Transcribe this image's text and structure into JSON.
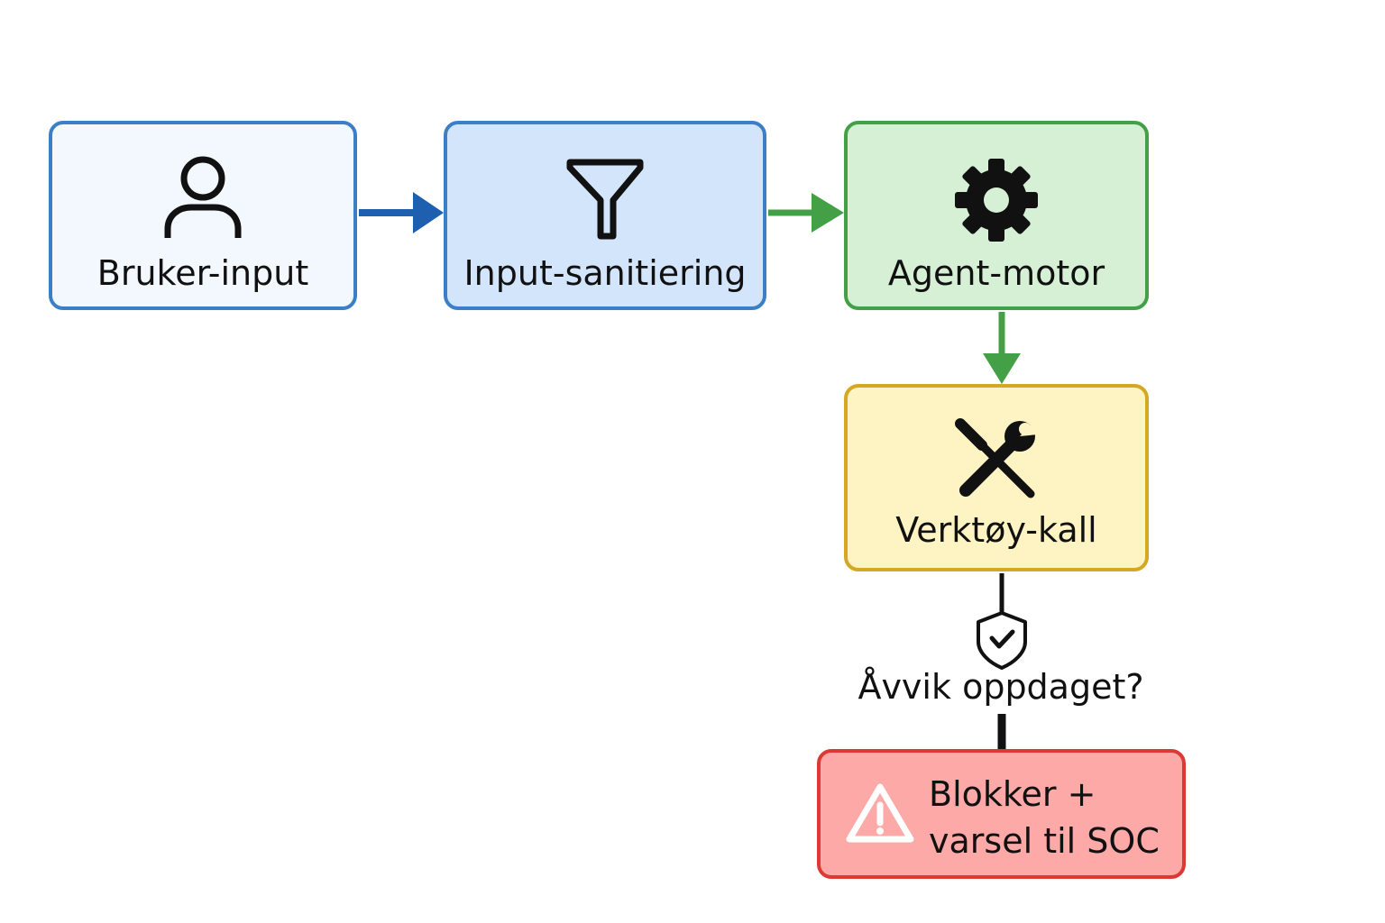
{
  "diagram": {
    "nodes": [
      {
        "id": "bruker",
        "label": "Bruker-input",
        "icon": "user-icon",
        "fill": "#f3f8fe",
        "border": "#3d7fc6"
      },
      {
        "id": "sanit",
        "label": "Input-sanitiering",
        "icon": "filter-icon",
        "fill": "#d3e5fb",
        "border": "#3d7fc6"
      },
      {
        "id": "agent",
        "label": "Agent-motor",
        "icon": "gear-icon",
        "fill": "#d6f0d6",
        "border": "#43a047"
      },
      {
        "id": "verk",
        "label": "Verktøy-kall",
        "icon": "tools-icon",
        "fill": "#fdf3c3",
        "border": "#d4a822"
      },
      {
        "id": "blokk",
        "label_line1": "Blokker +",
        "label_line2": "varsel til SOC",
        "icon": "warning-icon",
        "fill": "#fca9a7",
        "border": "#db3a34"
      }
    ],
    "decision": {
      "label": "Åvvik oppdaget?",
      "icon": "shield-check-icon"
    },
    "edges": [
      {
        "from": "bruker",
        "to": "sanit",
        "color": "#1f5fb0"
      },
      {
        "from": "sanit",
        "to": "agent",
        "color": "#43a047"
      },
      {
        "from": "agent",
        "to": "verk",
        "color": "#43a047"
      },
      {
        "from": "verk",
        "to": "decision",
        "color": "#111111"
      },
      {
        "from": "decision",
        "to": "blokk",
        "color": "#111111"
      }
    ]
  }
}
